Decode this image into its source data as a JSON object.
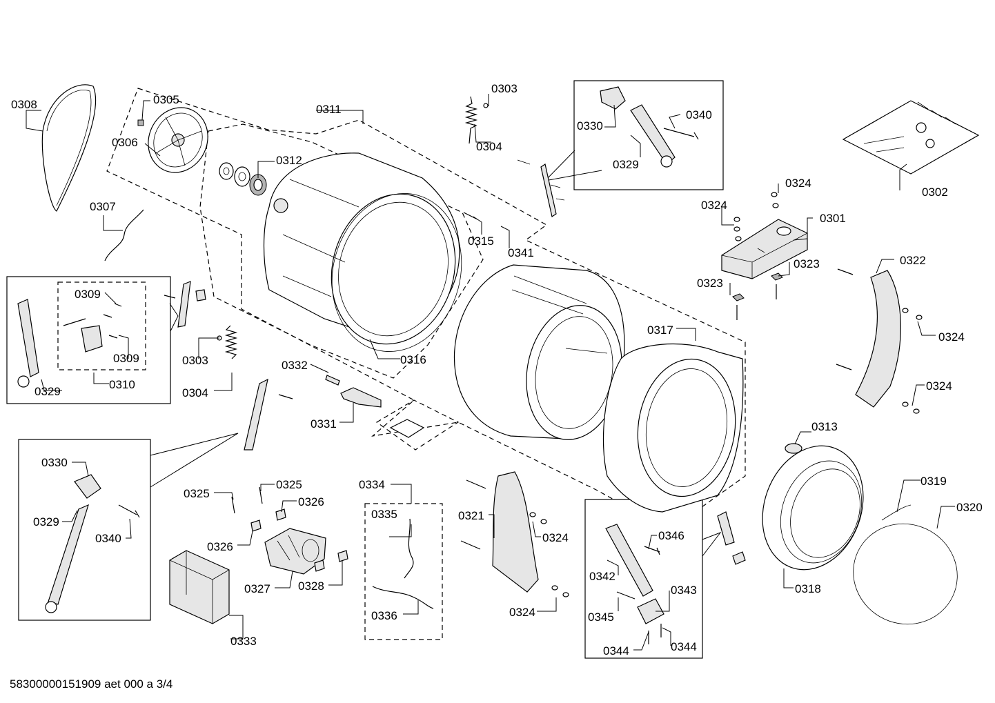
{
  "diagram": {
    "footer": "58300000151909 aet 000 a 3/4",
    "labels": {
      "belt": "0308",
      "screw_0305": "0305",
      "pulley": "0306",
      "sensor_wire": "0307",
      "tub_rear": "0311",
      "bearing_kit": "0312",
      "spring_top_washer": "0303",
      "spring_top": "0304",
      "shock_kit_0330": "0330",
      "shock_kit_0340": "0340",
      "shock_kit_0329": "0329",
      "fixing_kit": "0302",
      "weight_washer_top": "0324",
      "weight_washer_left": "0324",
      "counterweight_top": "0301",
      "weight_plate_right": "0323",
      "weight_plate_left": "0323",
      "counterweight_right": "0322",
      "washer_right_mid": "0324",
      "washer_right_low": "0324",
      "screw_0315": "0315",
      "drum": "0341",
      "gasket_0316": "0316",
      "tub_front": "0317",
      "left_kit_0309a": "0309",
      "left_kit_0309b": "0309",
      "left_kit_0310": "0310",
      "left_kit_0329": "0329",
      "spring_left_washer": "0303",
      "spring_left": "0304",
      "ntc_0332": "0332",
      "heater_0331": "0331",
      "detail_0330": "0330",
      "detail_0329": "0329",
      "detail_0340": "0340",
      "screw_0325a": "0325",
      "screw_0325b": "0325",
      "foot_0326a": "0326",
      "foot_0326b": "0326",
      "motor": "0327",
      "brush_0328": "0328",
      "module_0333": "0333",
      "cable_kit": "0334",
      "cable_0335": "0335",
      "cable_0336": "0336",
      "counterweight_0321": "0321",
      "washer_0324_mid": "0324",
      "washer_0324_low": "0324",
      "clamp_0313": "0313",
      "door_gasket": "0318",
      "spring_0319": "0319",
      "clamp_ring": "0320",
      "damper_0346": "0346",
      "damper_0342": "0342",
      "damper_0343": "0343",
      "damper_0345": "0345",
      "screw_0344a": "0344",
      "screw_0344b": "0344"
    }
  }
}
